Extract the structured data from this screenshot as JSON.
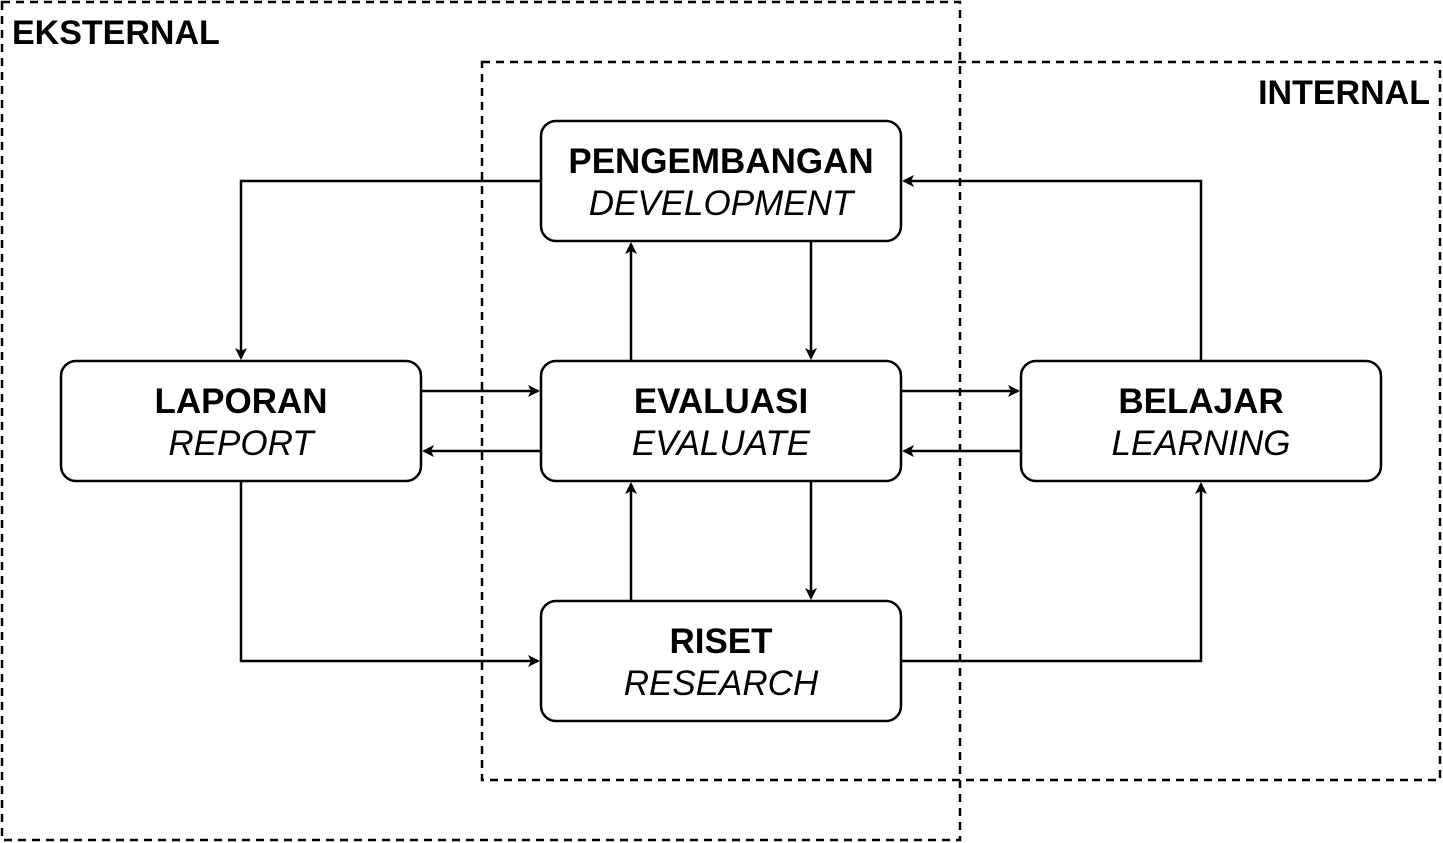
{
  "regions": {
    "eksternal": "EKSTERNAL",
    "internal": "INTERNAL"
  },
  "nodes": {
    "pengembangan": {
      "title": "PENGEMBANGAN",
      "subtitle": "DEVELOPMENT"
    },
    "laporan": {
      "title": "LAPORAN",
      "subtitle": "REPORT"
    },
    "evaluasi": {
      "title": "EVALUASI",
      "subtitle": "EVALUATE"
    },
    "belajar": {
      "title": "BELAJAR",
      "subtitle": "LEARNING"
    },
    "riset": {
      "title": "RISET",
      "subtitle": "RESEARCH"
    }
  },
  "edges": [
    {
      "from": "pengembangan",
      "to": "laporan"
    },
    {
      "from": "belajar",
      "to": "pengembangan"
    },
    {
      "from": "evaluasi",
      "to": "pengembangan"
    },
    {
      "from": "pengembangan",
      "to": "evaluasi"
    },
    {
      "from": "laporan",
      "to": "evaluasi"
    },
    {
      "from": "evaluasi",
      "to": "laporan"
    },
    {
      "from": "evaluasi",
      "to": "belajar"
    },
    {
      "from": "belajar",
      "to": "evaluasi"
    },
    {
      "from": "riset",
      "to": "evaluasi"
    },
    {
      "from": "evaluasi",
      "to": "riset"
    },
    {
      "from": "laporan",
      "to": "riset"
    },
    {
      "from": "riset",
      "to": "belajar"
    }
  ]
}
